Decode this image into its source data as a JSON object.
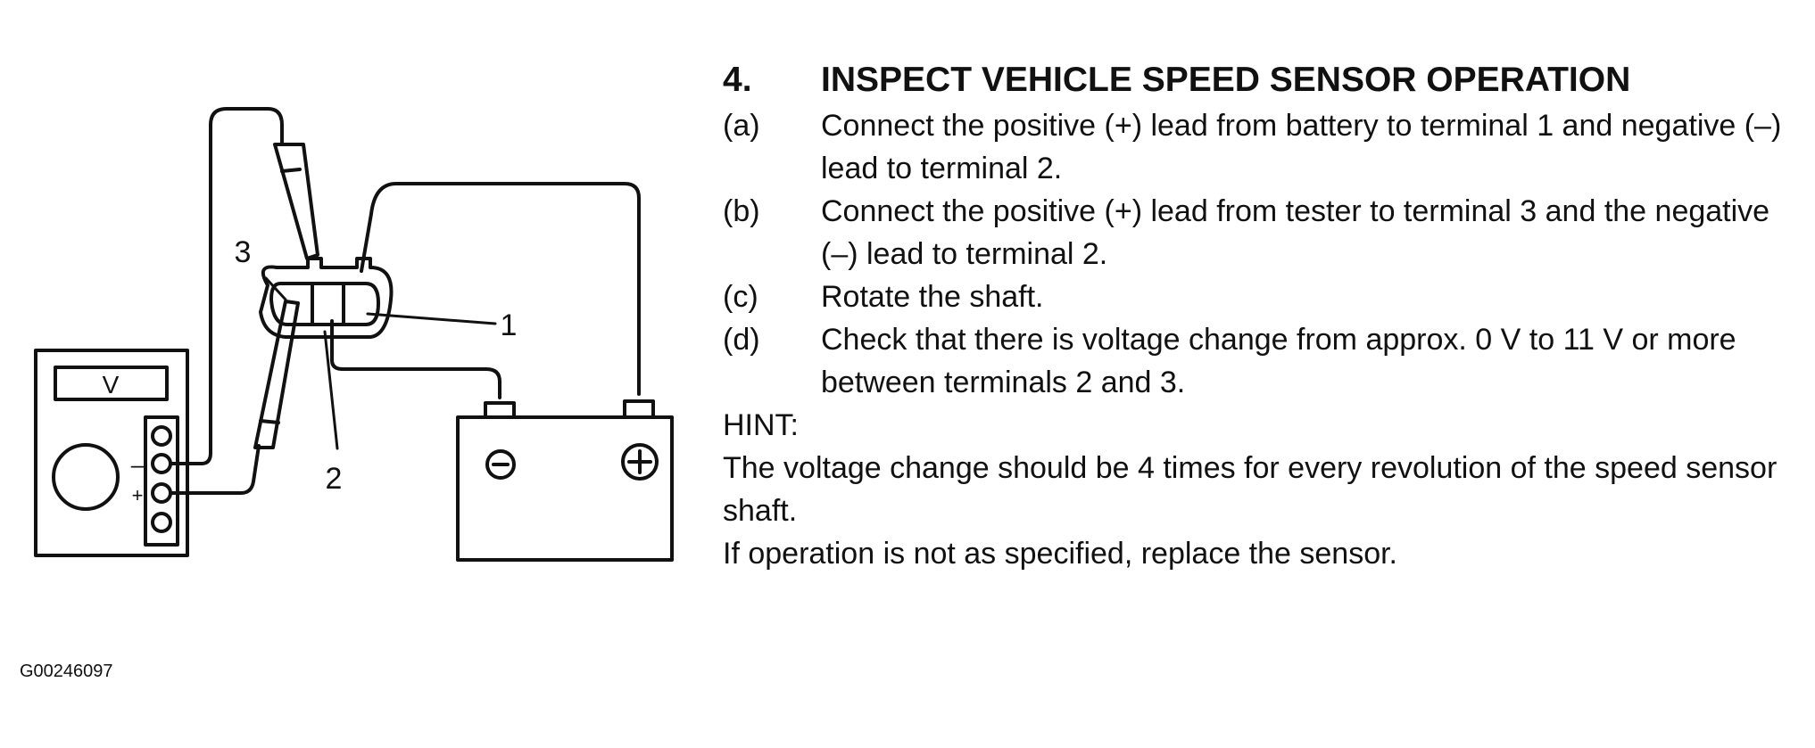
{
  "diagram": {
    "meter_label": "V",
    "minus_sign": "–",
    "plus_sign": "+",
    "terminal_callouts": [
      "1",
      "2",
      "3"
    ],
    "battery_negative_symbol": "⊖",
    "battery_positive_symbol": "⊕"
  },
  "figure_id": "G00246097",
  "procedure": {
    "number": "4.",
    "title": "INSPECT VEHICLE SPEED SENSOR OPERATION",
    "steps": [
      {
        "label": "(a)",
        "text": "Connect the positive (+) lead from battery to terminal 1 and negative (–) lead to terminal 2."
      },
      {
        "label": "(b)",
        "text": "Connect the positive (+) lead from tester to terminal 3 and the negative (–) lead to terminal 2."
      },
      {
        "label": "(c)",
        "text": "Rotate the shaft."
      },
      {
        "label": "(d)",
        "text": "Check that there is voltage change from approx. 0 V to 11 V or more between terminals 2 and 3."
      }
    ],
    "hint_label": "HINT:",
    "hint_text": "The voltage change should be 4 times for every revolution of the speed sensor shaft.",
    "conclusion": "If operation is not as specified, replace the sensor."
  }
}
